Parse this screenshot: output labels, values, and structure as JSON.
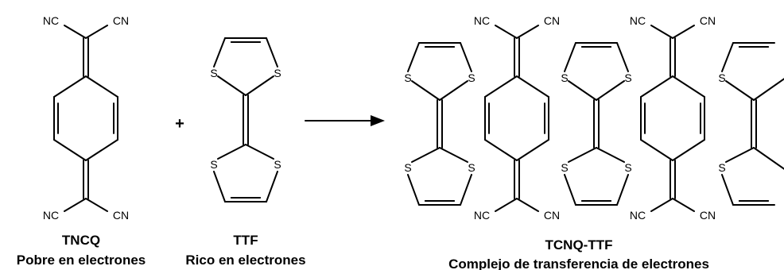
{
  "atoms": {
    "nc": "NC",
    "cn": "CN",
    "s": "S"
  },
  "operator": "+",
  "captions": {
    "tncq_name": "TNCQ",
    "tncq_desc": "Pobre en electrones",
    "ttf_name": "TTF",
    "ttf_desc": "Rico en electrones",
    "complex_name": "TCNQ-TTF",
    "complex_desc": "Complejo de transferencia de  electrones"
  },
  "colors": {
    "ink": "#000000",
    "background": "#ffffff"
  }
}
